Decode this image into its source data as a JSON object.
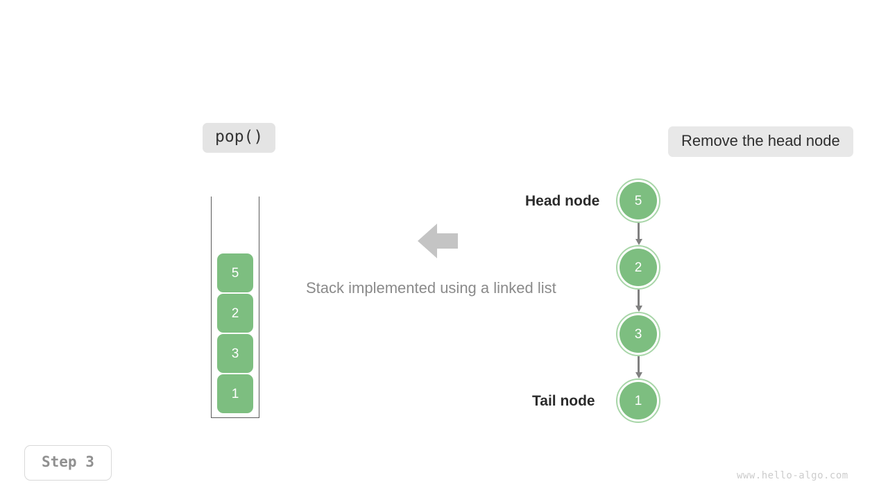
{
  "operation": {
    "label": "pop()"
  },
  "description": {
    "label": "Remove the head node"
  },
  "caption": {
    "text": "Stack implemented using a linked list"
  },
  "stack": {
    "cells": [
      {
        "value": "5"
      },
      {
        "value": "2"
      },
      {
        "value": "3"
      },
      {
        "value": "1"
      }
    ]
  },
  "linked_list": {
    "head_label": "Head node",
    "tail_label": "Tail node",
    "nodes": [
      {
        "value": "5"
      },
      {
        "value": "2"
      },
      {
        "value": "3"
      },
      {
        "value": "1"
      }
    ]
  },
  "arrow": {
    "direction": "left"
  },
  "step": {
    "label": "Step 3"
  },
  "watermark": {
    "text": "www.hello-algo.com"
  },
  "colors": {
    "node_fill": "#7dbe80",
    "node_ring": "#a8d6a8",
    "chip_bg": "#e6e6e6",
    "arrow_gray": "#c4c4c4",
    "connector_gray": "#808080",
    "caption_gray": "#8a8a8a"
  }
}
